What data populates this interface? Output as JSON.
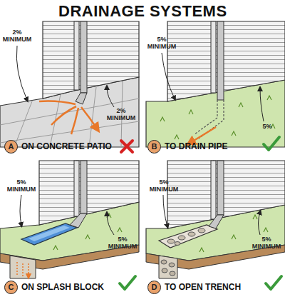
{
  "diagram": {
    "title": "DRAINAGE SYSTEMS",
    "labels": [
      "2% MINIMUM",
      "2% MINIMUM",
      "A",
      "ON CONCRETE PATIO",
      "5% MINIMUM",
      "5%",
      "B",
      "TO DRAIN PIPE",
      "5% MINIMUM",
      "5% MINIMUM",
      "C",
      "ON SPLASH BLOCK",
      "5% MINIMUM",
      "5% MINIMUM",
      "D",
      "TO OPEN TRENCH"
    ]
  }
}
